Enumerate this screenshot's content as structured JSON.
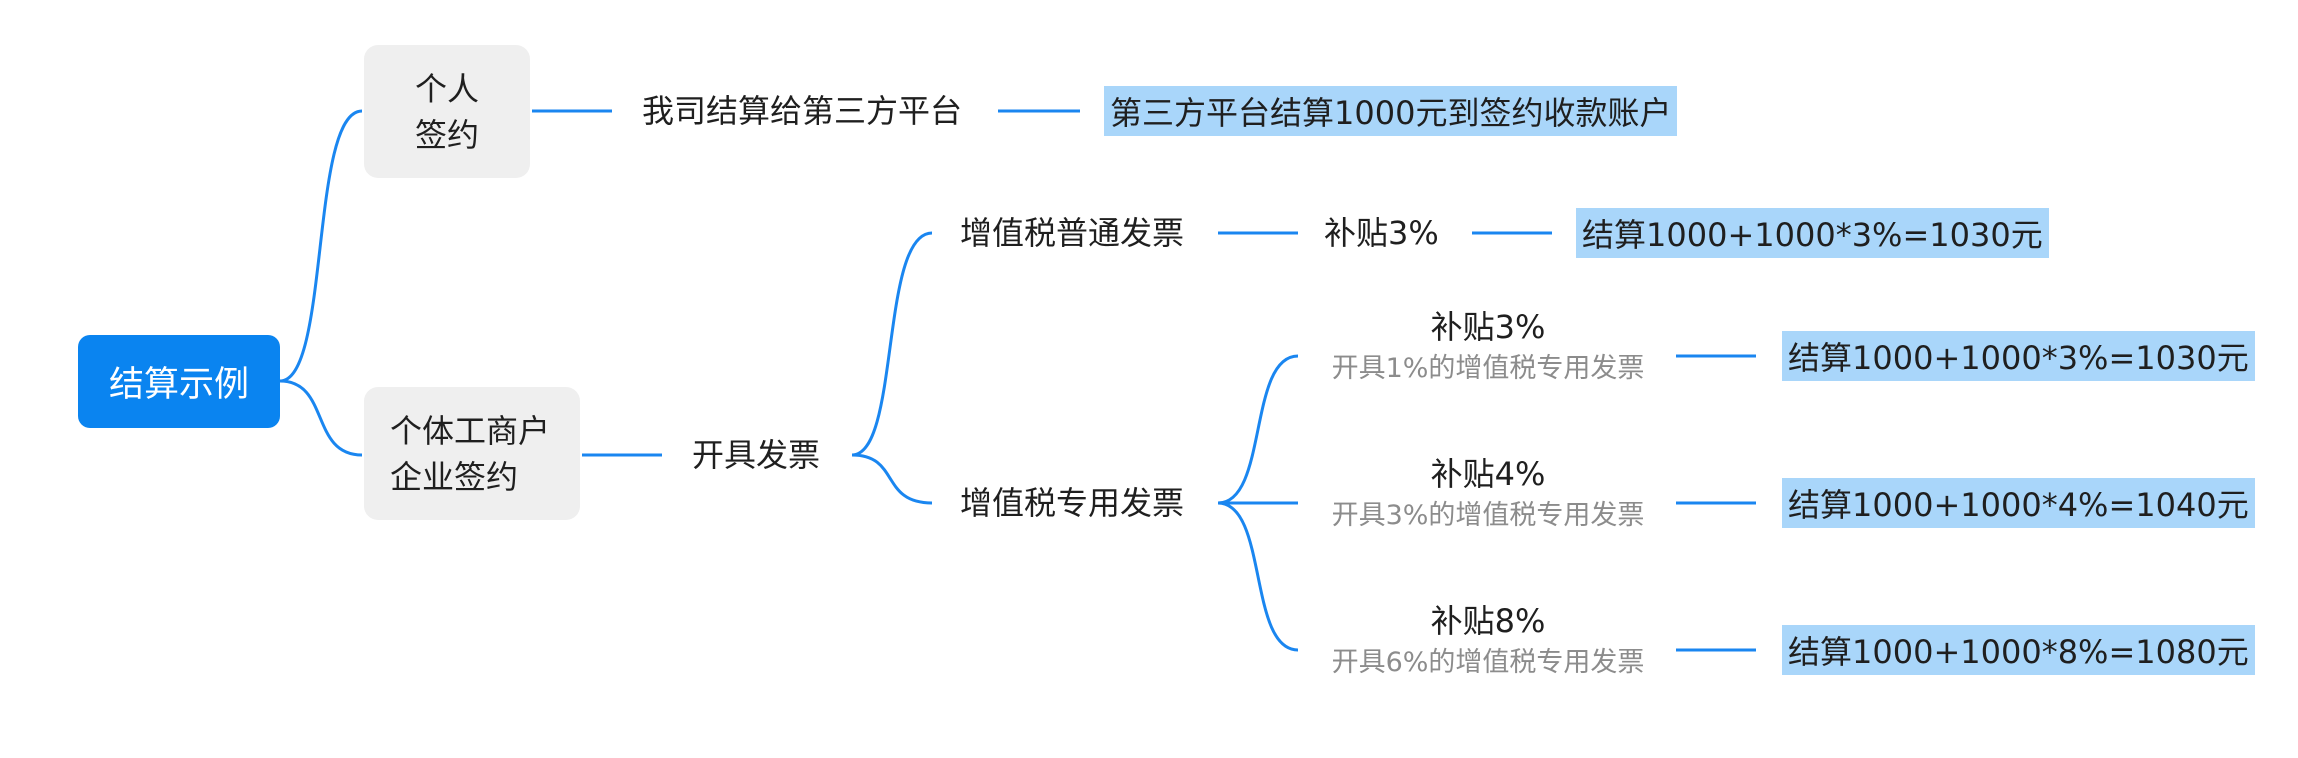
{
  "root": {
    "label": "结算示例"
  },
  "personal": {
    "line1": "个人",
    "line2": "签约",
    "step": "我司结算给第三方平台",
    "result": "第三方平台结算1000元到签约收款账户"
  },
  "business": {
    "line1": "个体工商户",
    "line2": "企业签约",
    "step": "开具发票",
    "ordinary": {
      "label": "增值税普通发票",
      "subsidy": "补贴3%",
      "result": "结算1000+1000*3%=1030元"
    },
    "special": {
      "label": "增值税专用发票",
      "options": [
        {
          "subsidy": "补贴3%",
          "note": "开具1%的增值税专用发票",
          "result": "结算1000+1000*3%=1030元"
        },
        {
          "subsidy": "补贴4%",
          "note": "开具3%的增值税专用发票",
          "result": "结算1000+1000*4%=1040元"
        },
        {
          "subsidy": "补贴8%",
          "note": "开具6%的增值税专用发票",
          "result": "结算1000+1000*8%=1080元"
        }
      ]
    }
  },
  "colors": {
    "line": "#1a86f0",
    "root": "#0a84f0",
    "box": "#efefef",
    "highlight": "#a9d6fa"
  }
}
